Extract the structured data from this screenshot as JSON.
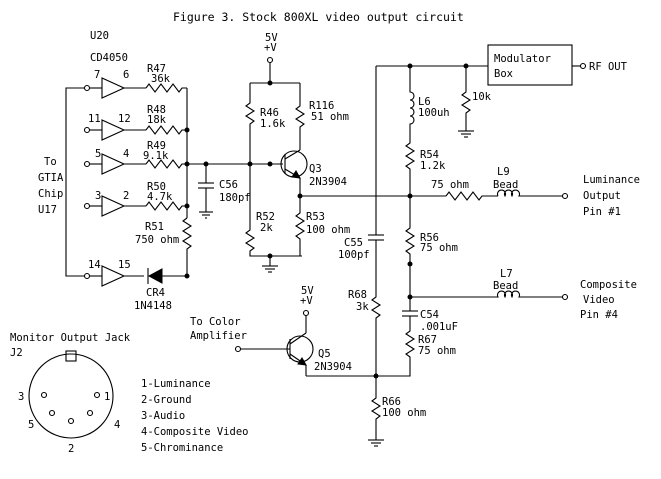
{
  "title": "Figure 3. Stock 800XL video output circuit",
  "u20": {
    "ref": "U20",
    "part": "CD4050"
  },
  "pins": {
    "in7": "7",
    "out6": "6",
    "in11": "11",
    "out12": "12",
    "in5": "5",
    "out4": "4",
    "in3": "3",
    "out2": "2",
    "in14": "14",
    "out15": "15"
  },
  "gtia": {
    "l1": "To",
    "l2": "GTIA",
    "l3": "Chip",
    "l4": "U17"
  },
  "r47": {
    "ref": "R47",
    "val": "36k"
  },
  "r48": {
    "ref": "R48",
    "val": "18k"
  },
  "r49": {
    "ref": "R49",
    "val": "9.1k"
  },
  "r50": {
    "ref": "R50",
    "val": "4.7k"
  },
  "r51": {
    "ref": "R51",
    "val": "750 ohm"
  },
  "cr4": {
    "ref": "CR4",
    "val": "1N4148"
  },
  "c56": {
    "ref": "C56",
    "val": "180pf"
  },
  "v5a": {
    "a": "5V",
    "b": "+V"
  },
  "r46": {
    "ref": "R46",
    "val": "1.6k"
  },
  "r116": {
    "ref": "R116",
    "val": "51 ohm"
  },
  "q3": {
    "ref": "Q3",
    "val": "2N3904"
  },
  "r52": {
    "ref": "R52",
    "val": "2k"
  },
  "r53": {
    "ref": "R53",
    "val": "100 ohm"
  },
  "mod": {
    "l1": "Modulator",
    "l2": "Box",
    "rf": "RF OUT"
  },
  "c10k": "10k",
  "l6": {
    "ref": "L6",
    "val": "100uh"
  },
  "r54": {
    "ref": "R54",
    "val": "1.2k"
  },
  "r75": "75 ohm",
  "l9": {
    "ref": "L9",
    "val": "Bead"
  },
  "lum": {
    "l1": "Luminance",
    "l2": "Output",
    "l3": "Pin #1"
  },
  "c55": {
    "ref": "C55",
    "val": "100pf"
  },
  "r56": {
    "ref": "R56",
    "val": "75 ohm"
  },
  "l7": {
    "ref": "L7",
    "val": "Bead"
  },
  "comp": {
    "l1": "Composite",
    "l2": "Video",
    "l3": "Pin #4"
  },
  "v5b": {
    "a": "5V",
    "b": "+V"
  },
  "r68": {
    "ref": "R68",
    "val": "3k"
  },
  "c54": {
    "ref": "C54",
    "val": ".001uF"
  },
  "r67": {
    "ref": "R67",
    "val": "75 ohm"
  },
  "color": {
    "l1": "To Color",
    "l2": "Amplifier"
  },
  "q5": {
    "ref": "Q5",
    "val": "2N3904"
  },
  "r66": {
    "ref": "R66",
    "val": "100 ohm"
  },
  "jack": {
    "title": "Monitor Output Jack",
    "ref": "J2",
    "pinnums": {
      "p1": "1",
      "p2": "2",
      "p3": "3",
      "p4": "4",
      "p5": "5"
    },
    "legend": [
      "1-Luminance",
      "2-Ground",
      "3-Audio",
      "4-Composite Video",
      "5-Chrominance"
    ]
  }
}
